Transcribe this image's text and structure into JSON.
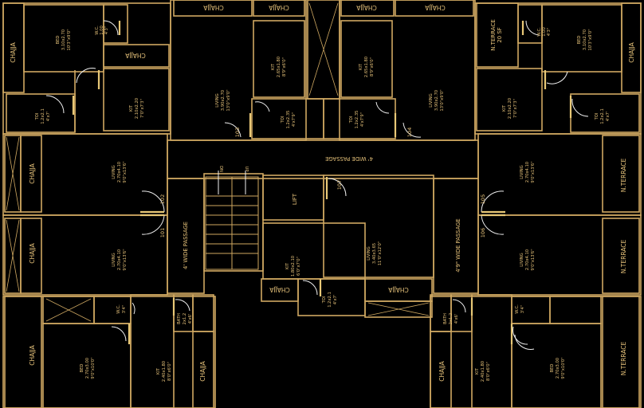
{
  "rooms": {
    "bed_tl": {
      "name": "BED",
      "dim1": "3.10x2.70",
      "dim2": "10'3\"x9'0\""
    },
    "wc_tl": {
      "name": "W.C.",
      "dim1": "1.00",
      "dim2": "4'3\""
    },
    "kit_tl": {
      "name": "KIT",
      "dim1": "2.10x2.20",
      "dim2": "7'0\"x7'3\""
    },
    "toi_tl": {
      "name": "TOI",
      "dim1": "1.2x2.1",
      "dim2": "4'x7'"
    },
    "living_tl": {
      "name": "LIVING",
      "dim1": "3.90x2.70",
      "dim2": "13'0\"x9'0\""
    },
    "kit_tcl": {
      "name": "KIT",
      "dim1": "2.65x1.80",
      "dim2": "8'9\"x6'0\""
    },
    "toi_tcl": {
      "name": "TOI",
      "dim1": "1.2x2.35",
      "dim2": "4'x7'9\""
    },
    "kit_tcr": {
      "name": "KIT",
      "dim1": "2.65x1.80",
      "dim2": "8'9\"x6'0\""
    },
    "toi_tcr": {
      "name": "TOI",
      "dim1": "1.2x2.35",
      "dim2": "4'x7'9\""
    },
    "living_tr": {
      "name": "LIVING",
      "dim1": "3.90x2.70",
      "dim2": "13'0\"x9'0\""
    },
    "kit_tr": {
      "name": "KIT",
      "dim1": "2.10x2.20",
      "dim2": "7'0\"x7'3\""
    },
    "toi_tr": {
      "name": "TOI",
      "dim1": "1.2x2.1",
      "dim2": "4'x7'"
    },
    "bed_tr": {
      "name": "BED",
      "dim1": "3.10x2.70",
      "dim2": "10'3\"x9'0\""
    },
    "wc_tr": {
      "name": "W.C.",
      "dim1": "1.00",
      "dim2": "4'3\""
    },
    "living_ml": {
      "name": "LIVING",
      "dim1": "2.70x4.10",
      "dim2": "9'0\"x13'6\""
    },
    "living_ll": {
      "name": "LIVING",
      "dim1": "2.70x4.10",
      "dim2": "9'0\"x13'6\""
    },
    "living_mr": {
      "name": "LIVING",
      "dim1": "2.70x4.10",
      "dim2": "9'0\"x13'6\""
    },
    "living_lr": {
      "name": "LIVING",
      "dim1": "2.70x4.10",
      "dim2": "9'0\"x13'6\""
    },
    "living_c": {
      "name": "LIVING",
      "dim1": "3.40x3.65",
      "dim2": "11'0\"x12'0\""
    },
    "kit_c": {
      "name": "KIT",
      "dim1": "1.80x2.10",
      "dim2": "6'0\"x7'0\""
    },
    "toi_c": {
      "name": "TOI",
      "dim1": "1.2x2.1",
      "dim2": "4'x7'"
    },
    "lift": {
      "name": "LIFT"
    },
    "wc_bl": {
      "name": "W.C.",
      "dim1": "3'4\""
    },
    "bath_bl": {
      "name": "BATH",
      "dim1": "2x1.2",
      "dim2": "4'x6'"
    },
    "kit_bl": {
      "name": "KIT",
      "dim1": "2.40x1.80",
      "dim2": "8'0\"x6'0\""
    },
    "bed_bl": {
      "name": "BED",
      "dim1": "2.70x3.00",
      "dim2": "9'0\"x10'0\""
    },
    "wc_br": {
      "name": "W.C.",
      "dim1": "3'4\""
    },
    "bath_br": {
      "name": "BATH",
      "dim1": "2x1.2",
      "dim2": "4'x6'"
    },
    "kit_br": {
      "name": "KIT",
      "dim1": "2.40x1.80",
      "dim2": "8'0\"x6'0\""
    },
    "bed_br": {
      "name": "BED",
      "dim1": "2.70x3.00",
      "dim2": "9'0\"x10'0\""
    }
  },
  "chajja": "CHAJJA",
  "nterrace": "N.TERRACE",
  "nterrace_top": {
    "line1": "N.TERRACE",
    "line2": "20 SF"
  },
  "passage_top": "4' WIDE PASSAGE",
  "passage_left": "4' WIDE PASSAGE",
  "passage_right": "4'9\" WIDE PASSAGE",
  "stairs": {
    "dn": "DN",
    "up": "UP"
  },
  "doors": [
    "101",
    "102",
    "103",
    "104",
    "105",
    "106",
    "107"
  ]
}
